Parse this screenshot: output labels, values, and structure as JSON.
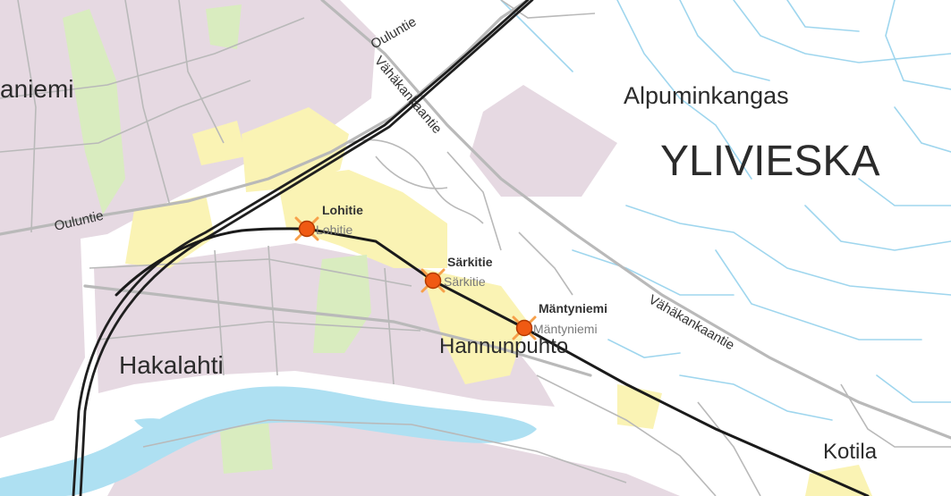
{
  "colors": {
    "background": "#ffffff",
    "urban_area": "#e6d9e2",
    "building_zone": "#faf3b4",
    "park": "#d9ecbf",
    "water": "#aee0f2",
    "stream": "#9fd6ee",
    "road": "#b9b9b9",
    "railway": "#1f1f1f",
    "route": "#1a1a1a",
    "stop_fill": "#f05a13",
    "stop_stroke": "#b23a00",
    "stop_halo": "#f7a04a",
    "stop_label_primary": "#333333",
    "stop_label_secondary": "#7a7a7a"
  },
  "places": {
    "ylivieska": "YLIVIESKA",
    "alpuminkangas": "Alpuminkangas",
    "hakalahti": "Hakalahti",
    "hannunpuhto": "Hannunpuhto",
    "kotila": "Kotila",
    "aniemi": "aniemi"
  },
  "roads": {
    "ouluntie_top": "Ouluntie",
    "ouluntie_left": "Ouluntie",
    "vahakankaantie_top": "Vähäkankaantie",
    "vahakankaantie_right": "Vähäkankaantie"
  },
  "stops": [
    {
      "id": "lohitie",
      "name": "Lohitie",
      "alt_name": "Lohitie",
      "icon": "bus-stop-icon"
    },
    {
      "id": "sarkitie",
      "name": "Särkitie",
      "alt_name": "Särkitie",
      "icon": "bus-stop-icon"
    },
    {
      "id": "mantyniemi",
      "name": "Mäntyniemi",
      "alt_name": "Mäntyniemi",
      "icon": "bus-stop-icon"
    }
  ]
}
